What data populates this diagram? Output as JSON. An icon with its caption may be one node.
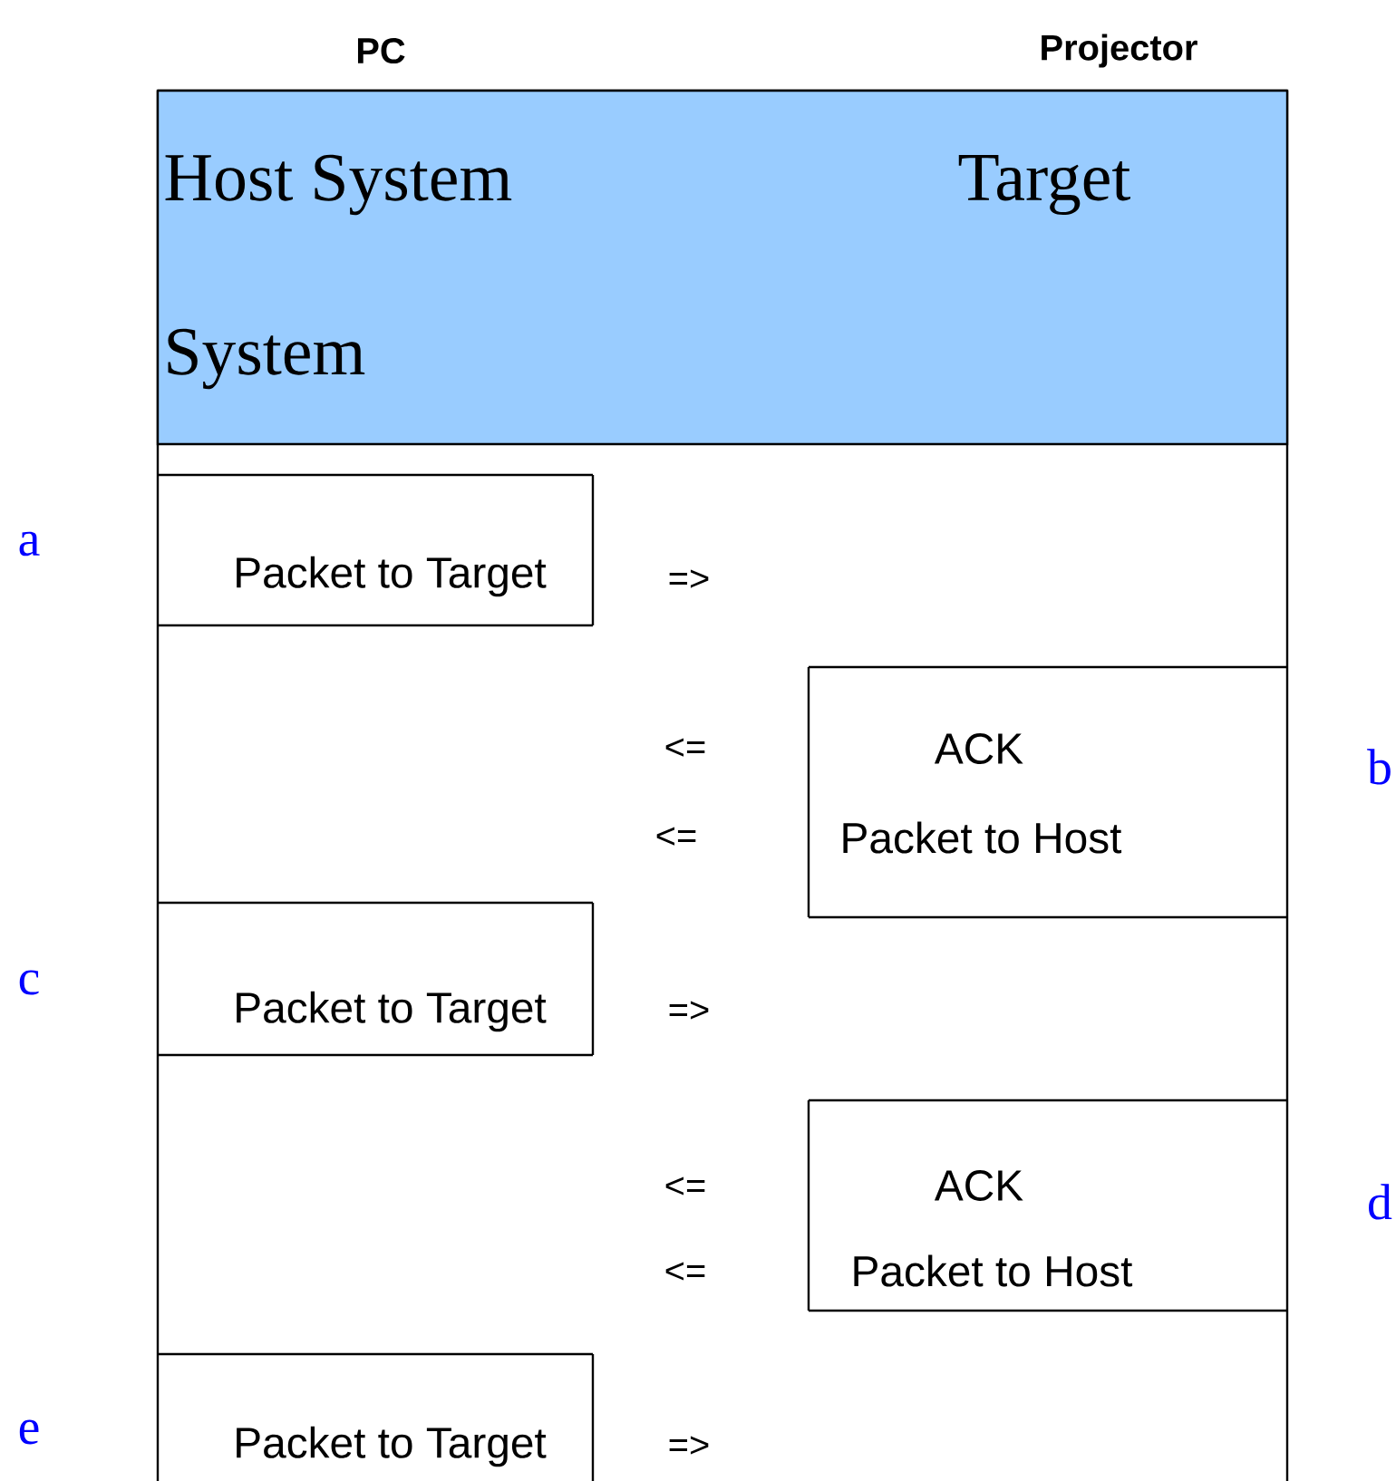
{
  "diagram": {
    "nodes": [
      {
        "text": [],
        "shape": "box"
      },
      {
        "text": [
          "Host System",
          "Target",
          "System"
        ],
        "in": 0
      },
      {
        "text": [
          "Packet to Target"
        ],
        "in": 0,
        "beside": [
          "a"
        ]
      },
      {
        "text": [
          "ACK",
          "Packet to Host"
        ],
        "in": 0,
        "beside": [
          "b"
        ]
      },
      {
        "text": [
          "Packet to Target"
        ],
        "in": 0,
        "beside": [
          "c"
        ]
      },
      {
        "text": [
          "ACK",
          "Packet to Host"
        ],
        "in": 0,
        "beside": [
          "d"
        ]
      },
      {
        "text": [
          "Packet to Target"
        ],
        "in": 0,
        "beside": [
          "e"
        ]
      }
    ],
    "labels": [
      "PC",
      "Projector",
      "=>",
      "<=",
      "<=",
      "=>",
      "<=",
      "<=",
      "=>"
    ]
  }
}
